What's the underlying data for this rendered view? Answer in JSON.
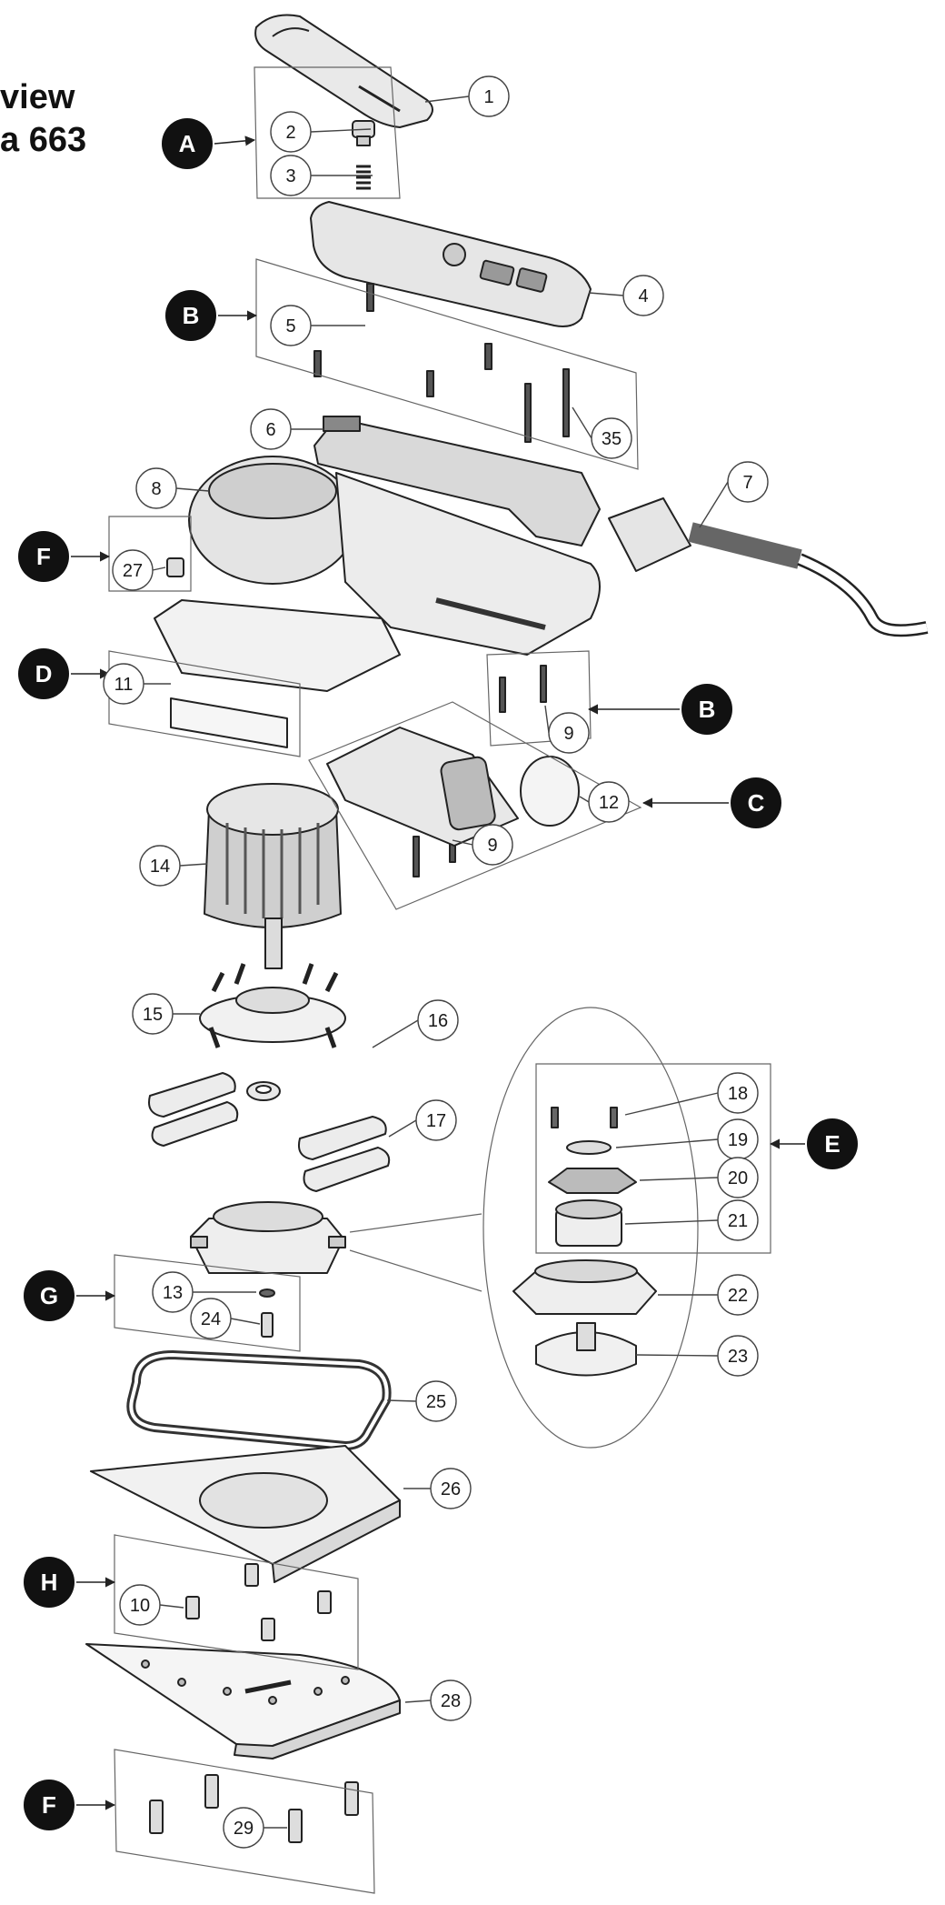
{
  "title": {
    "line1": "view",
    "line2": "a 663"
  },
  "part_numbers": [
    "1",
    "2",
    "3",
    "4",
    "5",
    "35",
    "6",
    "7",
    "8",
    "27",
    "11",
    "9",
    "12",
    "9",
    "14",
    "15",
    "16",
    "17",
    "18",
    "19",
    "20",
    "21",
    "22",
    "23",
    "13",
    "24",
    "25",
    "26",
    "10",
    "28",
    "29"
  ],
  "group_letters": [
    "A",
    "B",
    "F",
    "D",
    "B",
    "C",
    "E",
    "G",
    "H",
    "F"
  ],
  "footer": "",
  "colors": {
    "ink": "#1a1a1a",
    "badge": "#111111",
    "line": "#444444",
    "paper": "#ffffff"
  }
}
